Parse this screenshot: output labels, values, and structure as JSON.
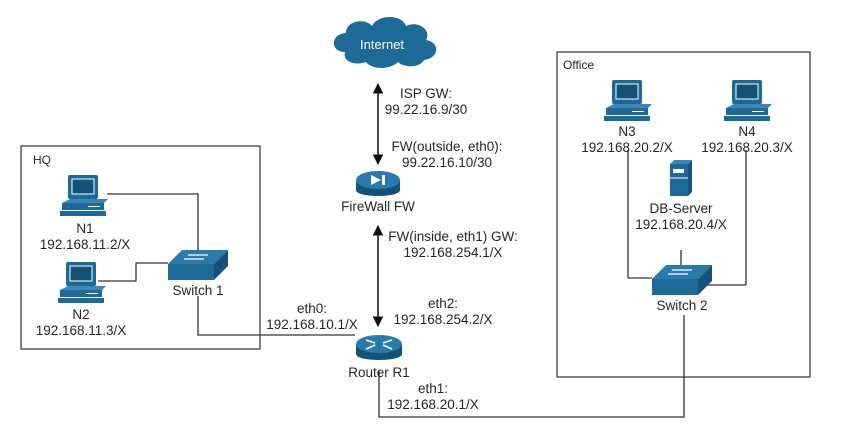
{
  "colors": {
    "device": "#1d6a98",
    "device_dark": "#15527a",
    "device_light": "#3b86b4",
    "line": "#333333",
    "zone_border": "#333333"
  },
  "zones": {
    "hq": {
      "title": "HQ"
    },
    "office": {
      "title": "Office"
    }
  },
  "devices": {
    "internet": {
      "label": "Internet",
      "icon": "cloud-icon"
    },
    "firewall": {
      "label": "FireWall FW",
      "icon": "firewall-icon"
    },
    "router": {
      "label": "Router R1",
      "icon": "router-icon"
    },
    "switch1": {
      "label": "Switch 1",
      "icon": "switch-icon"
    },
    "switch2": {
      "label": "Switch 2",
      "icon": "switch-icon"
    },
    "n1": {
      "name": "N1",
      "ip": "192.168.11.2/X",
      "icon": "workstation-icon"
    },
    "n2": {
      "name": "N2",
      "ip": "192.168.11.3/X",
      "icon": "workstation-icon"
    },
    "n3": {
      "name": "N3",
      "ip": "192.168.20.2/X",
      "icon": "workstation-icon"
    },
    "n4": {
      "name": "N4",
      "ip": "192.168.20.3/X",
      "icon": "workstation-icon"
    },
    "db": {
      "name": "DB-Server",
      "ip": "192.168.20.4/X",
      "icon": "server-icon"
    }
  },
  "links": {
    "isp_gw": {
      "line1": "ISP GW:",
      "line2": "99.22.16.9/30"
    },
    "fw_outside": {
      "line1": "FW(outside, eth0):",
      "line2": "99.22.16.10/30"
    },
    "fw_inside": {
      "line1": "FW(inside, eth1) GW:",
      "line2": "192.168.254.1/X"
    },
    "r1_eth0": {
      "line1": "eth0:",
      "line2": "192.168.10.1/X"
    },
    "r1_eth2": {
      "line1": "eth2:",
      "line2": "192.168.254.2/X"
    },
    "r1_eth1": {
      "line1": "eth1:",
      "line2": "192.168.20.1/X"
    }
  }
}
